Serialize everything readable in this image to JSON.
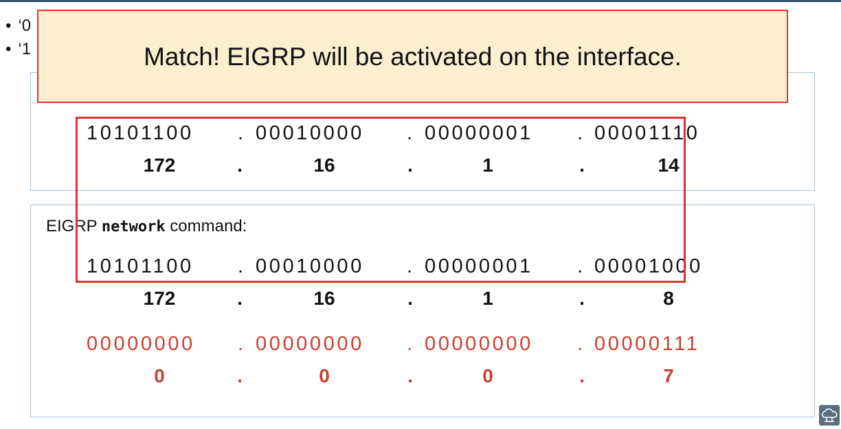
{
  "bullets": [
    "‘0",
    "‘1"
  ],
  "callout": {
    "text": "Match!  EIGRP will be activated on the interface."
  },
  "interface_ip": {
    "binary": [
      "10101100",
      "00010000",
      "00000001",
      "00001110"
    ],
    "decimal": [
      "172",
      "16",
      "1",
      "14"
    ]
  },
  "network_command": {
    "label_prefix": "EIGRP ",
    "label_keyword": "network",
    "label_suffix": " command:",
    "binary": [
      "10101100",
      "00010000",
      "00000001",
      "00001000"
    ],
    "decimal": [
      "172",
      "16",
      "1",
      "8"
    ]
  },
  "wildcard": {
    "binary": [
      "00000000",
      "00000000",
      "00000000",
      "00000111"
    ],
    "decimal": [
      "0",
      "0",
      "0",
      "7"
    ]
  },
  "separator": ".",
  "colors": {
    "accent_red": "#e0312b",
    "wildcard_red": "#c8402e",
    "callout_bg": "#fcefcf",
    "panel_border": "#a9bed2"
  },
  "icons": {
    "corner": "cloud-network-icon"
  }
}
